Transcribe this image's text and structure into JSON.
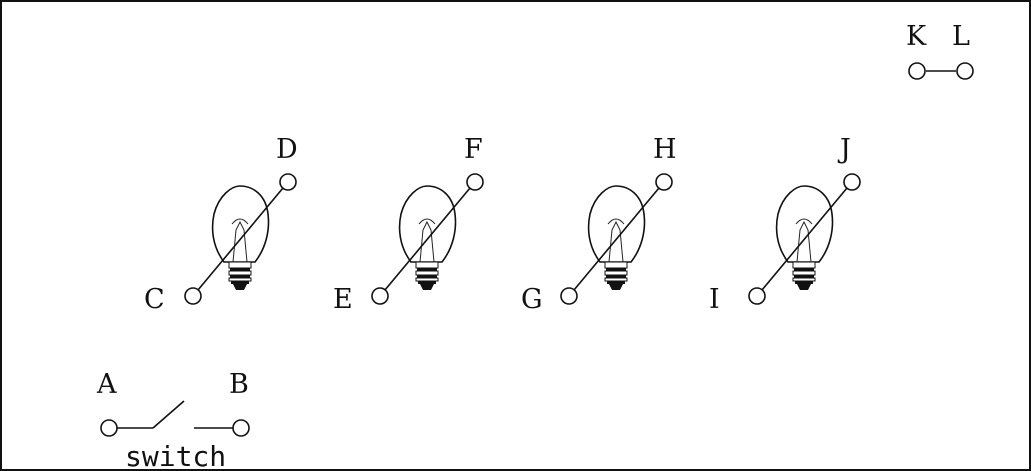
{
  "switch": {
    "terminal_a": "A",
    "terminal_b": "B",
    "caption": "switch"
  },
  "bulbs": [
    {
      "left_terminal": "C",
      "right_terminal": "D"
    },
    {
      "left_terminal": "E",
      "right_terminal": "F"
    },
    {
      "left_terminal": "G",
      "right_terminal": "H"
    },
    {
      "left_terminal": "I",
      "right_terminal": "J"
    }
  ],
  "connector": {
    "terminal_k": "K",
    "terminal_l": "L"
  }
}
